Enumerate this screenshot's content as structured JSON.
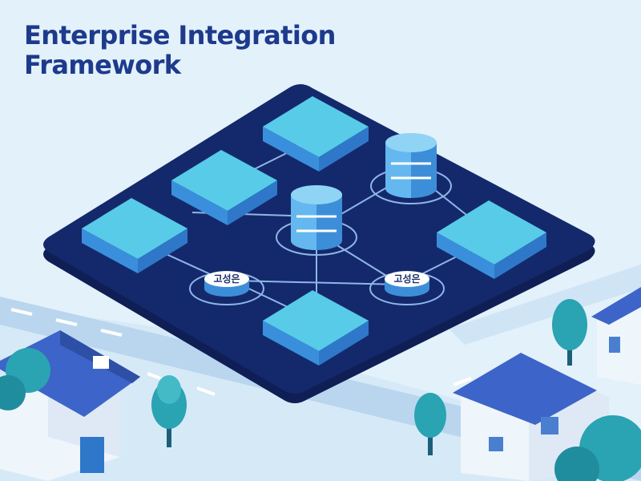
{
  "title": {
    "line1": "Enterprise Integration",
    "line2": "Framework"
  },
  "nodes": {
    "label_left": "고성은",
    "label_right": "고성은"
  },
  "colors": {
    "background": "#e3f1fb",
    "platform": "#14296b",
    "title": "#1d3a8c",
    "module_top": "#57cbe8",
    "module_left": "#3a8fdc",
    "module_right": "#2f77c9",
    "connector": "#8fb6e8",
    "house_roof": "#3d64c8",
    "tree": "#2aa3b3"
  },
  "icons": {
    "database": "database-icon",
    "module": "service-module-icon",
    "endpoint": "endpoint-node-icon"
  }
}
